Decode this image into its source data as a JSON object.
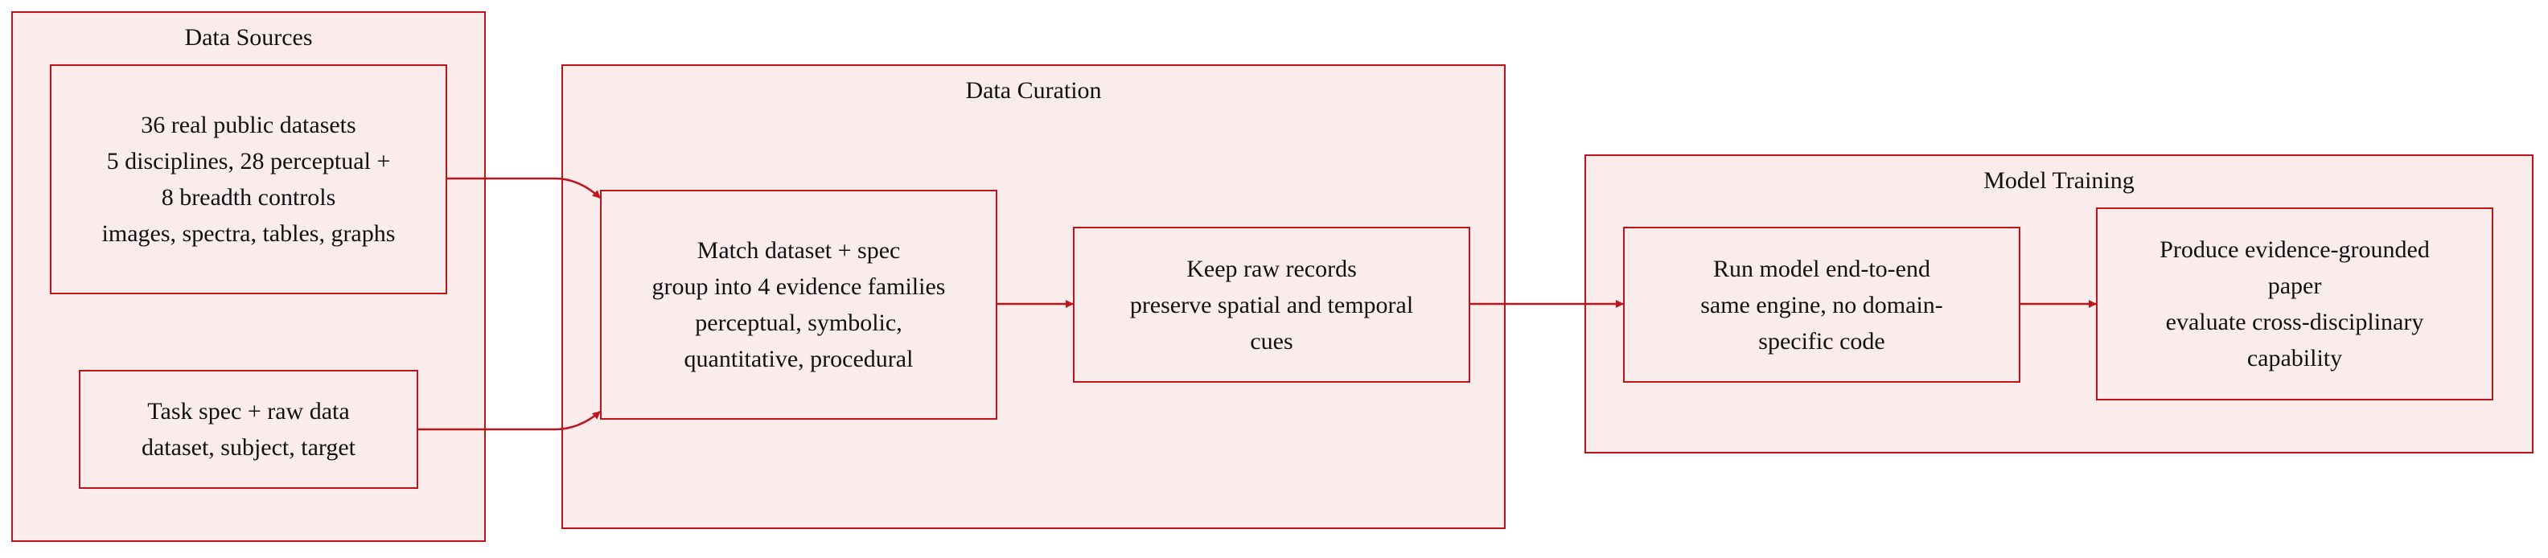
{
  "colors": {
    "stroke": "#c0141c",
    "fill": "#fbecec",
    "text": "#111111"
  },
  "groups": {
    "sources": {
      "title": "Data Sources"
    },
    "curation": {
      "title": "Data Curation"
    },
    "training": {
      "title": "Model Training"
    }
  },
  "nodes": {
    "datasets": {
      "lines": [
        "36 real public datasets",
        "5 disciplines, 28 perceptual +",
        "8 breadth controls",
        "images, spectra, tables, graphs"
      ]
    },
    "taskspec": {
      "lines": [
        "Task spec + raw data",
        "dataset, subject, target"
      ]
    },
    "match": {
      "lines": [
        "Match dataset + spec",
        "group into 4 evidence families",
        "perceptual, symbolic,",
        "quantitative, procedural"
      ]
    },
    "raw": {
      "lines": [
        "Keep raw records",
        "preserve spatial and temporal",
        "cues"
      ]
    },
    "run": {
      "lines": [
        "Run model end-to-end",
        "same engine, no domain-",
        "specific code"
      ]
    },
    "produce": {
      "lines": [
        "Produce evidence-grounded",
        "paper",
        "evaluate cross-disciplinary",
        "capability"
      ]
    }
  }
}
